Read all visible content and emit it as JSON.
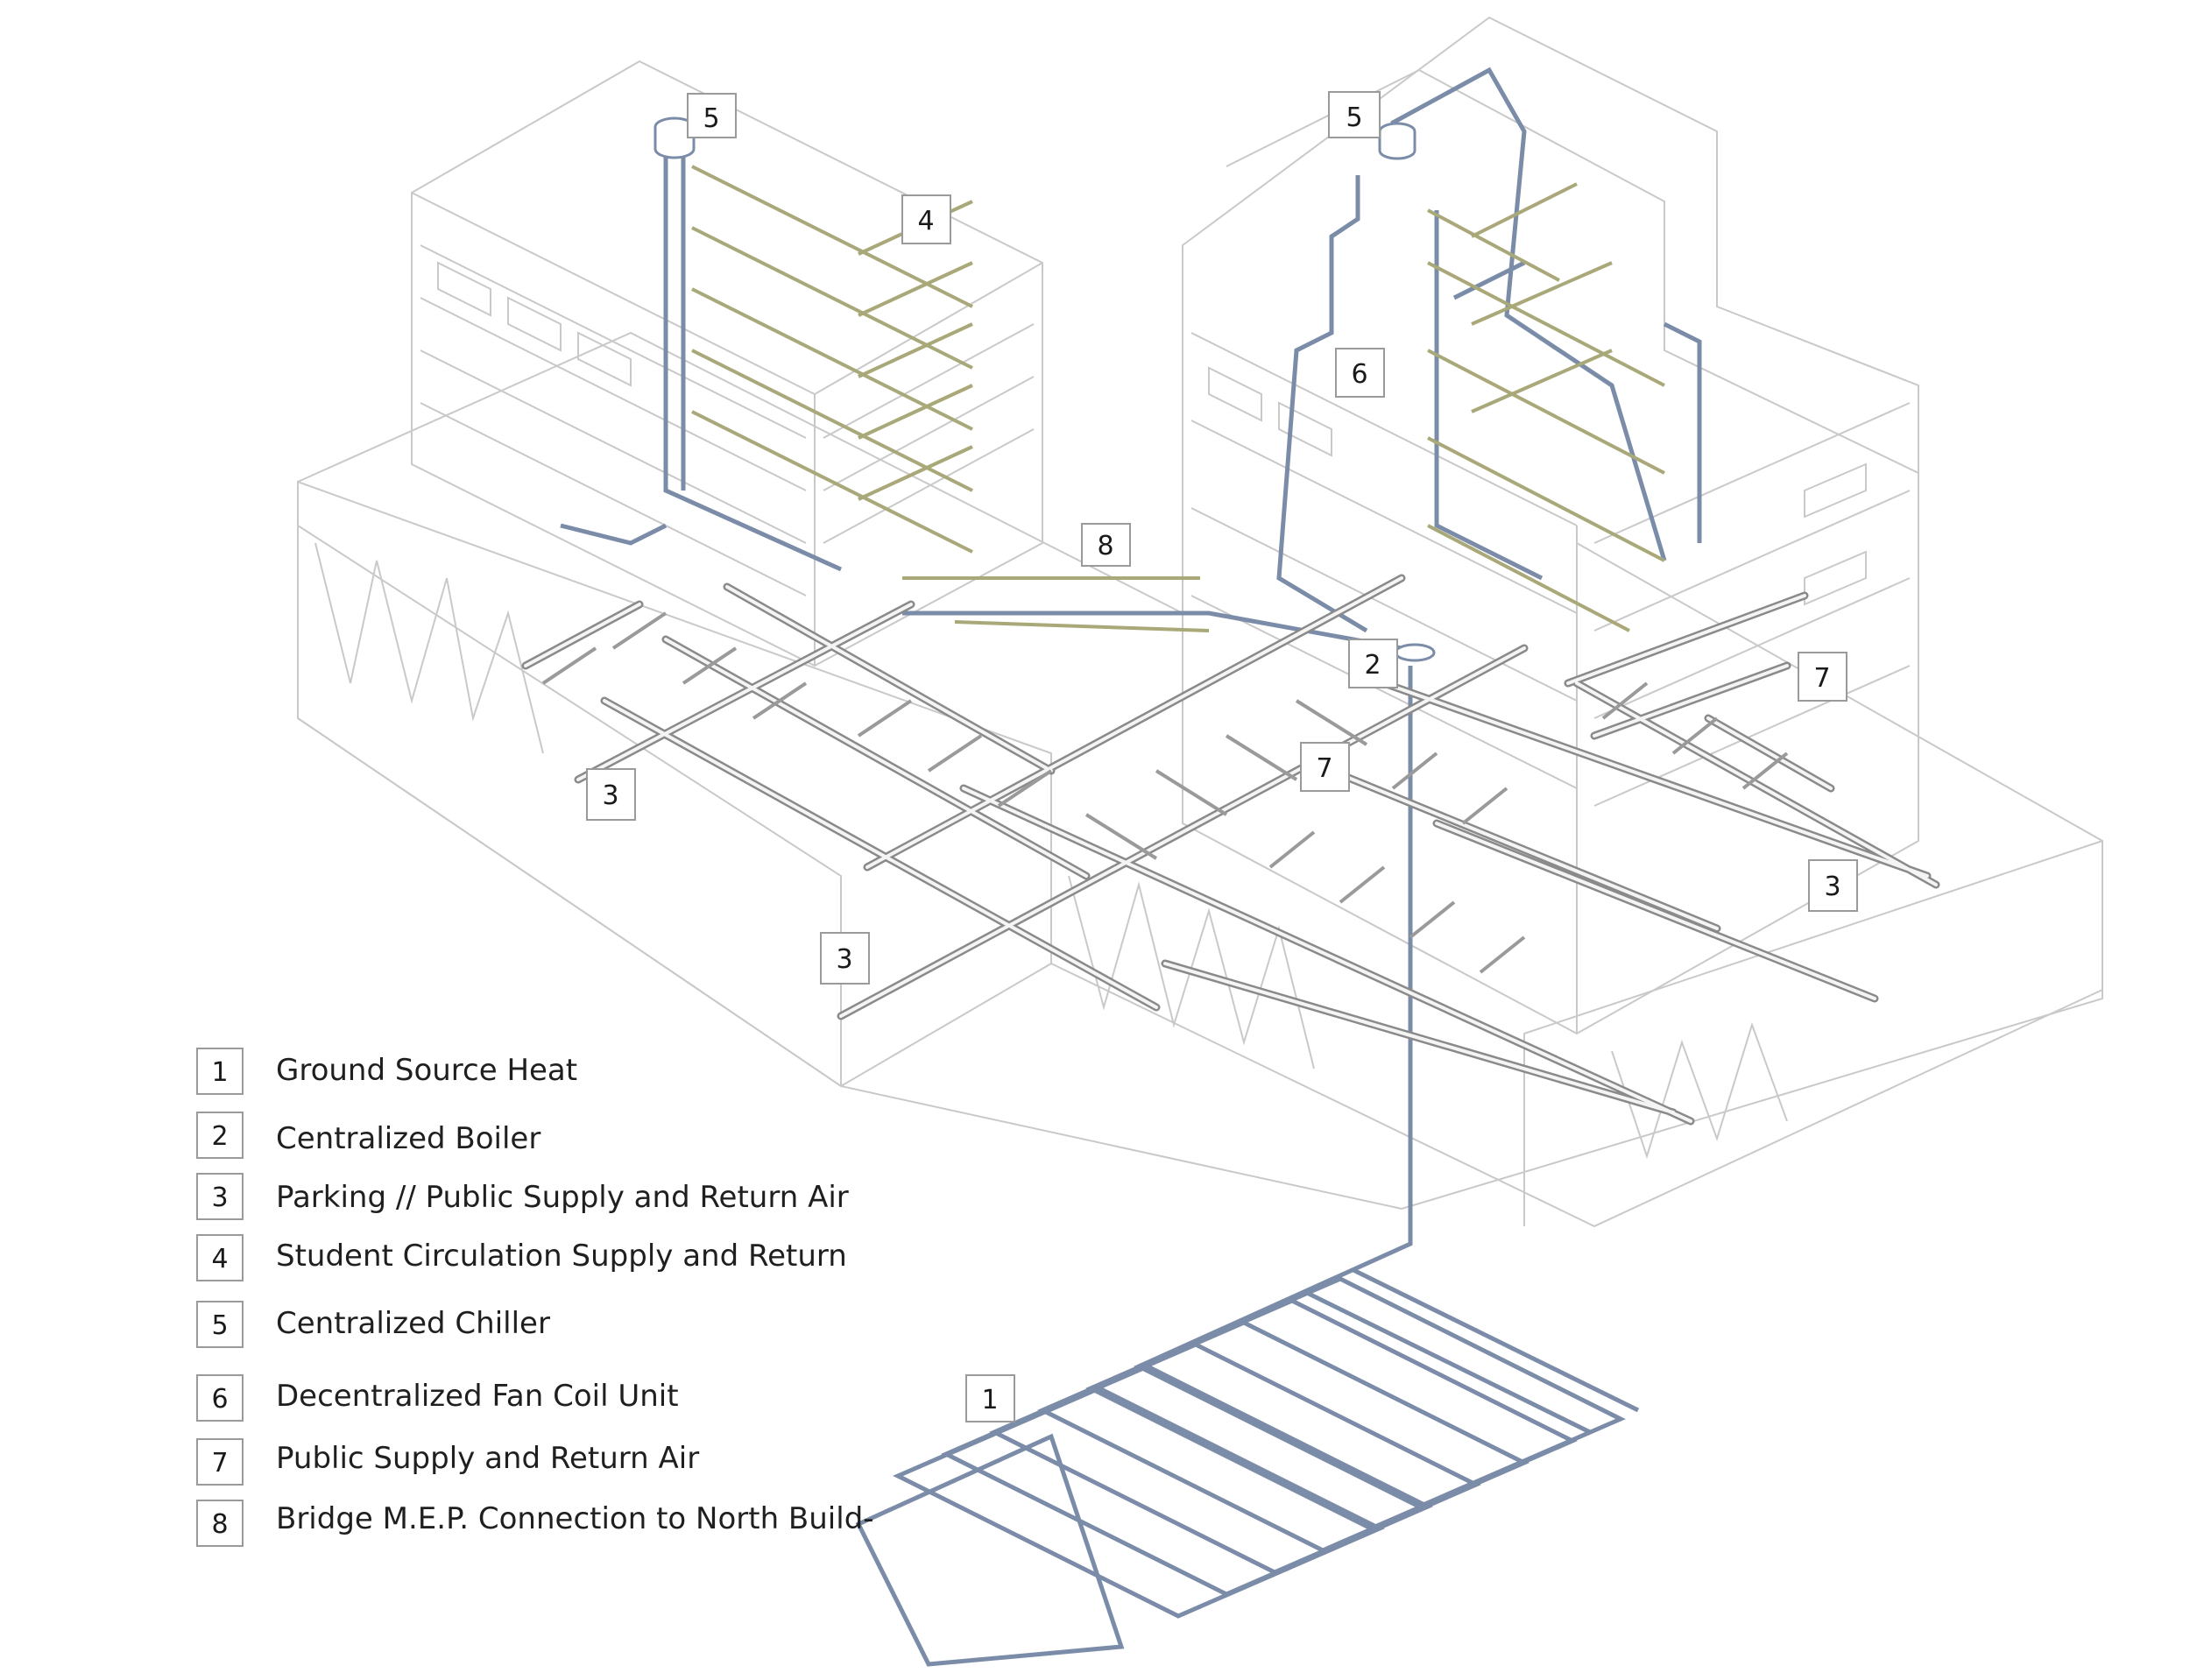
{
  "callouts": [
    {
      "label": "5"
    },
    {
      "label": "4"
    },
    {
      "label": "5"
    },
    {
      "label": "6"
    },
    {
      "label": "8"
    },
    {
      "label": "2"
    },
    {
      "label": "7"
    },
    {
      "label": "7"
    },
    {
      "label": "3"
    },
    {
      "label": "3"
    },
    {
      "label": "3"
    },
    {
      "label": "1"
    }
  ],
  "legend": [
    {
      "num": "1",
      "label": "Ground Source Heat"
    },
    {
      "num": "2",
      "label": "Centralized Boiler"
    },
    {
      "num": "3",
      "label": "Parking // Public Supply and Return Air"
    },
    {
      "num": "4",
      "label": "Student Circulation Supply and Return"
    },
    {
      "num": "5",
      "label": "Centralized Chiller"
    },
    {
      "num": "6",
      "label": "Decentralized Fan Coil Unit"
    },
    {
      "num": "7",
      "label": "Public Supply and Return Air"
    },
    {
      "num": "8",
      "label": "Bridge M.E.P. Connection to North Build-"
    }
  ],
  "colors": {
    "building_lines": "#c9c9c9",
    "water_pipe": "#7b8ca8",
    "air_duct": "#8a8a8a",
    "duct_fill": "#f4f4f4",
    "supply_branch": "#a8a878"
  }
}
